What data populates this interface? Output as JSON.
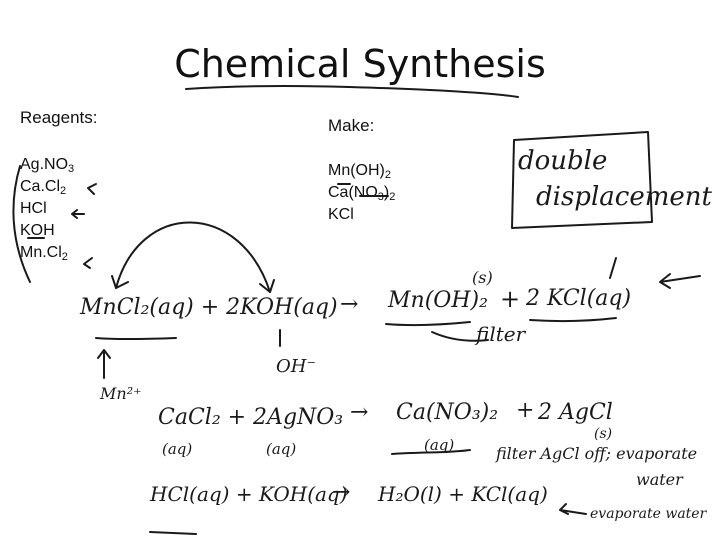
{
  "title": "Chemical Synthesis",
  "reagents": {
    "heading": "Reagents:",
    "items": [
      {
        "main": "Ag.NO",
        "sub": "3"
      },
      {
        "main": "Ca.Cl",
        "sub": "2"
      },
      {
        "main": "HCl",
        "sub": ""
      },
      {
        "main": "KOH",
        "sub": ""
      },
      {
        "main": "Mn.Cl",
        "sub": "2"
      }
    ]
  },
  "make": {
    "heading": "Make:",
    "items": [
      {
        "parts": [
          "Mn(OH)",
          "2",
          "",
          ""
        ]
      },
      {
        "parts": [
          "Ca(NO",
          "3",
          ")",
          "2"
        ]
      },
      {
        "parts": [
          "KCl",
          "",
          "",
          ""
        ]
      }
    ]
  },
  "notes": {
    "double_displacement": [
      "double",
      "displacement"
    ],
    "reaction_1": {
      "reactants": "MnCl₂(aq) + 2KOH(aq)",
      "arrow": "→",
      "products": "Mn(OH)₂",
      "solid_tag": "(s)",
      "plus": "+",
      "second_product": "2 KCl(aq)",
      "filter_note": "filter",
      "hydroxide_note": "OH⁻",
      "manganese_ion_note": "Mn²⁺"
    },
    "reaction_2": {
      "reactants": "CaCl₂ + 2AgNO₃",
      "aq_left": "(aq)",
      "aq_right": "(aq)",
      "arrow": "→",
      "product": "Ca(NO₃)₂",
      "product_aq": "(aq)",
      "plus": "+",
      "second_product": "2 AgCl",
      "solid_tag": "(s)",
      "filter_note": "filter AgCl off; evaporate",
      "water_note": "water"
    },
    "reaction_3": {
      "reactants": "HCl(aq) + KOH(aq)",
      "arrow": "→",
      "products": "H₂O(l) + KCl(aq)",
      "evaporate_note": "evaporate water"
    }
  }
}
